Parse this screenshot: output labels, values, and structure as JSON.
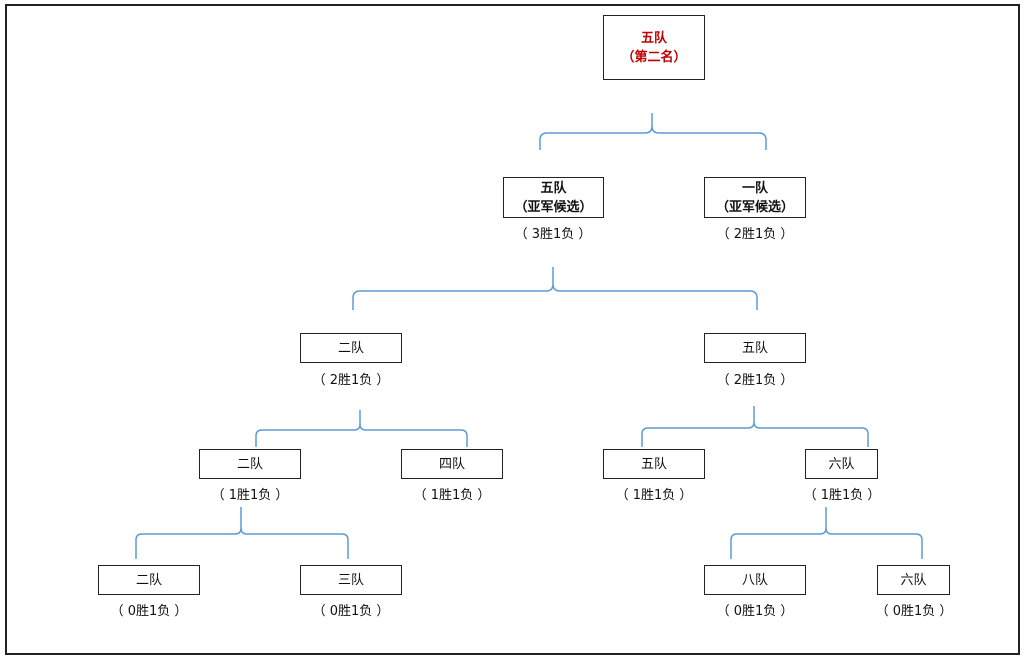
{
  "champion": {
    "name": "五队",
    "rank": "（第二名）",
    "color": "#c00000"
  },
  "level1": [
    {
      "name": "五队",
      "sub": "（亚军候选）",
      "record": "（ 3胜1负 ）"
    },
    {
      "name": "一队",
      "sub": "（亚军候选）",
      "record": "（ 2胜1负 ）"
    }
  ],
  "level2": [
    {
      "name": "二队",
      "record": "（ 2胜1负 ）"
    },
    {
      "name": "五队",
      "record": "（ 2胜1负 ）"
    }
  ],
  "level3": [
    {
      "name": "二队",
      "record": "（ 1胜1负 ）"
    },
    {
      "name": "四队",
      "record": "（ 1胜1负 ）"
    },
    {
      "name": "五队",
      "record": "（ 1胜1负 ）"
    },
    {
      "name": "六队",
      "record": "（ 1胜1负 ）"
    }
  ],
  "level4": [
    {
      "name": "二队",
      "record": "（ 0胜1负 ）"
    },
    {
      "name": "三队",
      "record": "（ 0胜1负 ）"
    },
    {
      "name": "八队",
      "record": "（ 0胜1负 ）"
    },
    {
      "name": "六队",
      "record": "（ 0胜1负 ）"
    }
  ],
  "connector_color": "#5b9bd5"
}
